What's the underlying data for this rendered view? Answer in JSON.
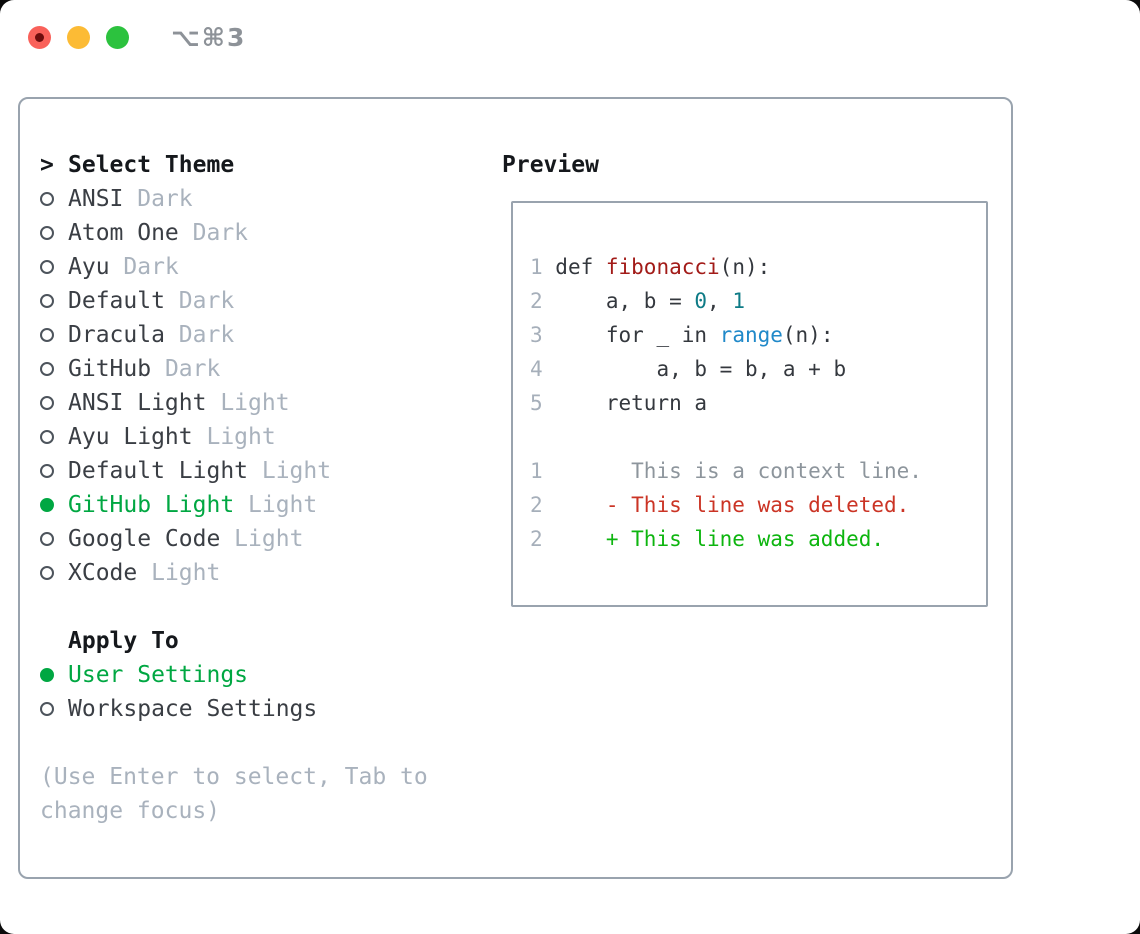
{
  "titlebar": {
    "title": "⌥⌘3",
    "traffic_lights": [
      "close",
      "minimize",
      "zoom"
    ]
  },
  "colors": {
    "green": "#00a742",
    "border": "#99a3ae",
    "header": "#15181c",
    "name": "#3a3e44",
    "muted": "#a9b2bd",
    "radio": "#4d545c",
    "titlegray": "#8d9298",
    "ln": "#a6afba",
    "code": "#34383e",
    "fn": "#a21b18",
    "num": "#0e7b86",
    "builtin": "#2089c9",
    "ctx": "#8d959c",
    "del": "#cb3425",
    "add": "#0db50f"
  },
  "left": {
    "header": {
      "prompt": ">",
      "label": "Select Theme"
    },
    "themes": [
      {
        "name": "ANSI",
        "variant": "Dark",
        "selected": false
      },
      {
        "name": "Atom One",
        "variant": "Dark",
        "selected": false
      },
      {
        "name": "Ayu",
        "variant": "Dark",
        "selected": false
      },
      {
        "name": "Default",
        "variant": "Dark",
        "selected": false
      },
      {
        "name": "Dracula",
        "variant": "Dark",
        "selected": false
      },
      {
        "name": "GitHub",
        "variant": "Dark",
        "selected": false
      },
      {
        "name": "ANSI Light",
        "variant": "Light",
        "selected": false
      },
      {
        "name": "Ayu Light",
        "variant": "Light",
        "selected": false
      },
      {
        "name": "Default Light",
        "variant": "Light",
        "selected": false
      },
      {
        "name": "GitHub Light",
        "variant": "Light",
        "selected": true
      },
      {
        "name": "Google Code",
        "variant": "Light",
        "selected": false
      },
      {
        "name": "XCode",
        "variant": "Light",
        "selected": false
      }
    ],
    "apply_to": {
      "label": "Apply To",
      "options": [
        {
          "name": "User Settings",
          "selected": true
        },
        {
          "name": "Workspace Settings",
          "selected": false
        }
      ]
    },
    "hint": "(Use Enter to select, Tab to change focus)"
  },
  "preview": {
    "title": "Preview",
    "code_lines": [
      [
        {
          "t": "1",
          "c": "ln"
        },
        {
          "t": " def ",
          "c": "code"
        },
        {
          "t": "fibonacci",
          "c": "fn"
        },
        {
          "t": "(n):",
          "c": "code"
        }
      ],
      [
        {
          "t": "2",
          "c": "ln"
        },
        {
          "t": "     a, b = ",
          "c": "code"
        },
        {
          "t": "0",
          "c": "num"
        },
        {
          "t": ", ",
          "c": "code"
        },
        {
          "t": "1",
          "c": "num"
        }
      ],
      [
        {
          "t": "3",
          "c": "ln"
        },
        {
          "t": "     for _ in ",
          "c": "code"
        },
        {
          "t": "range",
          "c": "builtin"
        },
        {
          "t": "(n):",
          "c": "code"
        }
      ],
      [
        {
          "t": "4",
          "c": "ln"
        },
        {
          "t": "         a, b = b, a + b",
          "c": "code"
        }
      ],
      [
        {
          "t": "5",
          "c": "ln"
        },
        {
          "t": "     return a",
          "c": "code"
        }
      ],
      [],
      [
        {
          "t": "1",
          "c": "ln"
        },
        {
          "t": "       This is a context line.",
          "c": "ctx"
        }
      ],
      [
        {
          "t": "2",
          "c": "ln"
        },
        {
          "t": "     - This line was deleted.",
          "c": "del"
        }
      ],
      [
        {
          "t": "2",
          "c": "ln"
        },
        {
          "t": "     + This line was added.",
          "c": "add"
        }
      ]
    ]
  }
}
